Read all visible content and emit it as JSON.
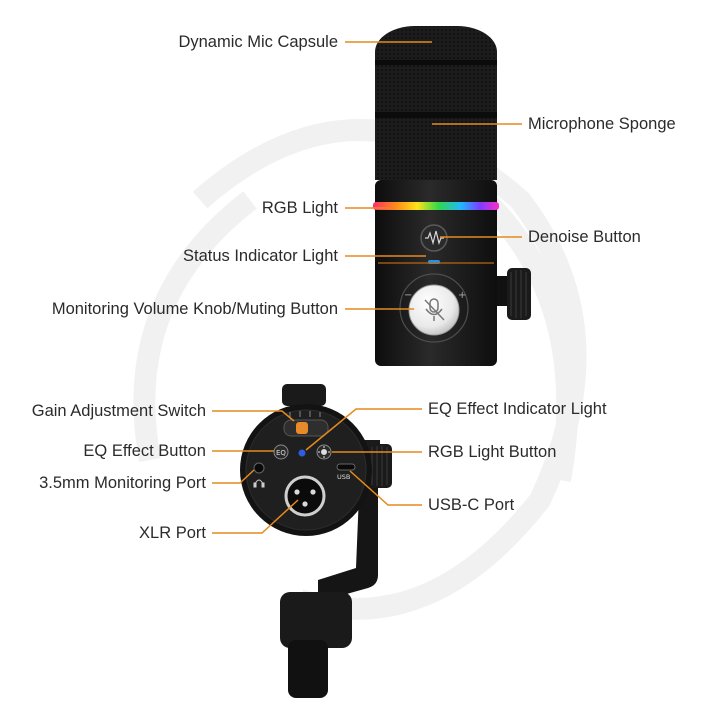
{
  "colors": {
    "leader_line": "#e58a1e",
    "background": "#ffffff",
    "mic_body": "#1b1b1b",
    "status_light": "#2a8fe8",
    "eq_indicator": "#2f5de0"
  },
  "top_callouts": {
    "dynamic_mic_capsule": "Dynamic Mic Capsule",
    "microphone_sponge": "Microphone Sponge",
    "rgb_light": "RGB Light",
    "denoise_button": "Denoise Button",
    "status_indicator_light": "Status Indicator Light",
    "monitoring_volume_knob": "Monitoring Volume Knob/Muting Button"
  },
  "bottom_callouts": {
    "gain_adjustment_switch": "Gain Adjustment Switch",
    "eq_effect_indicator_light": "EQ Effect Indicator Light",
    "eq_effect_button": "EQ Effect Button",
    "rgb_light_button": "RGB Light Button",
    "monitoring_port": "3.5mm Monitoring Port",
    "usb_c_port": "USB-C Port",
    "xlr_port": "XLR Port"
  },
  "device_markings": {
    "usb_label": "USB",
    "eq_label": "EQ",
    "knob_minus": "−",
    "knob_plus": "+"
  }
}
